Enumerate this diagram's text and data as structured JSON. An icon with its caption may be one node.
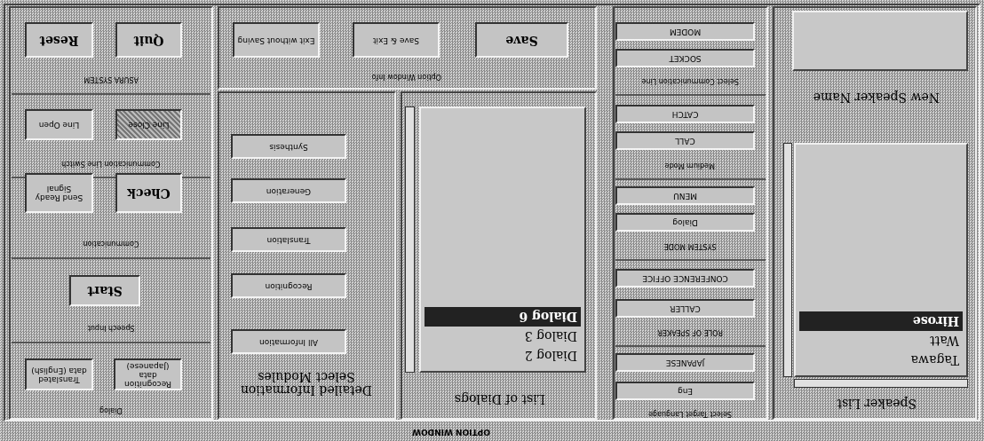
{
  "diagram": {
    "title": "OPTION WINDOW",
    "nodes": [
      {
        "text": [
          "Tagawa",
          "Watt",
          "Hirose"
        ]
      },
      {
        "text": [],
        "shape": "box"
      },
      {
        "text": [
          "Eng"
        ]
      },
      {
        "text": [
          "JAPANESE"
        ]
      },
      {
        "text": [
          "CALLER"
        ]
      },
      {
        "text": [
          "CONFERENCE OFFICE"
        ]
      },
      {
        "text": [
          "Dialog"
        ]
      },
      {
        "text": [
          "MENU"
        ]
      },
      {
        "text": [
          "CALL"
        ]
      },
      {
        "text": [
          "CATCH"
        ]
      },
      {
        "text": [
          "SOCKET"
        ]
      },
      {
        "text": [
          "MODEM"
        ]
      },
      {
        "text": [
          "Dialog 2",
          "Dialog 3",
          "Dialog 6"
        ]
      },
      {
        "text": [
          "All Information"
        ]
      },
      {
        "text": [
          "Recognition"
        ]
      },
      {
        "text": [
          "Translation"
        ]
      },
      {
        "text": [
          "Generation"
        ]
      },
      {
        "text": [
          "Synthesis"
        ]
      },
      {
        "text": [
          "Recognition data (Japanese)"
        ]
      },
      {
        "text": [
          "Translated data (English)"
        ]
      },
      {
        "text": [
          "Start"
        ]
      },
      {
        "text": [
          "Check"
        ]
      },
      {
        "text": [
          "Send Ready Signal"
        ]
      },
      {
        "text": [
          "Line Close"
        ]
      },
      {
        "text": [
          "Line Open"
        ]
      },
      {
        "text": [
          "Save"
        ]
      },
      {
        "text": [
          "Save & Exit"
        ]
      },
      {
        "text": [
          "Exit without Saving"
        ]
      },
      {
        "text": [
          "Quit"
        ]
      },
      {
        "text": [
          "Reset"
        ]
      }
    ],
    "labels": [
      "Speaker List",
      "New Speaker Name",
      "Select Target Language",
      "ROLE OF SPEAKER",
      "SYSTEM MODE",
      "Medium Mode",
      "Select Communication Line",
      "List of Dialogs",
      "Detailed Information Select Modules",
      "Dialog",
      "Speech Input",
      "Communication",
      "Communication Line Switch",
      "Option Window Info",
      "ASURA SYSTEM"
    ]
  }
}
